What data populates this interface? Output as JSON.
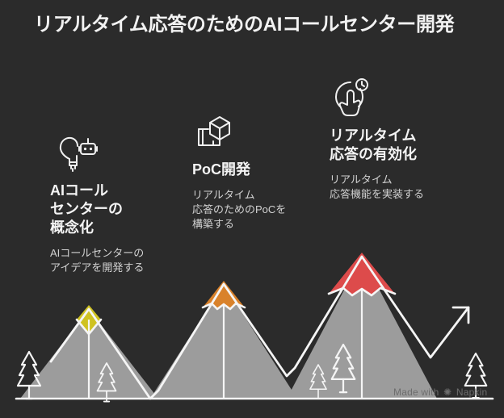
{
  "title": "リアルタイム応答のためのAIコールセンター開発",
  "theme": {
    "background": "#2b2b2b",
    "title_color": "#f2f2f2",
    "heading_color": "#f4f4f4",
    "body_color": "#d2d2d2",
    "mountain_fill": "#9c9c9c",
    "line_color": "#f5f5f5",
    "watermark_color": "#6d6d6d"
  },
  "milestones": [
    {
      "id": "conceptualization",
      "icon": "lightbulb-robot-icon",
      "heading": "AIコール\nセンターの\n概念化",
      "body": "AIコールセンターの\nアイデアを開発する",
      "peak_color": "#cfc221",
      "peak_label": "yellow-peak"
    },
    {
      "id": "poc-development",
      "icon": "cube-box-icon",
      "heading": "PoC開発",
      "body": "リアルタイム\n応答のためのPoCを\n構築する",
      "peak_color": "#d9822b",
      "peak_label": "orange-peak"
    },
    {
      "id": "realtime-response",
      "icon": "hand-clock-icon",
      "heading": "リアルタイム\n応答の有効化",
      "body": "リアルタイム\n応答機能を実装する",
      "peak_color": "#dd4b4b",
      "peak_label": "red-peak"
    }
  ],
  "watermark": {
    "prefix": "Made with",
    "brand": "Napkin"
  }
}
